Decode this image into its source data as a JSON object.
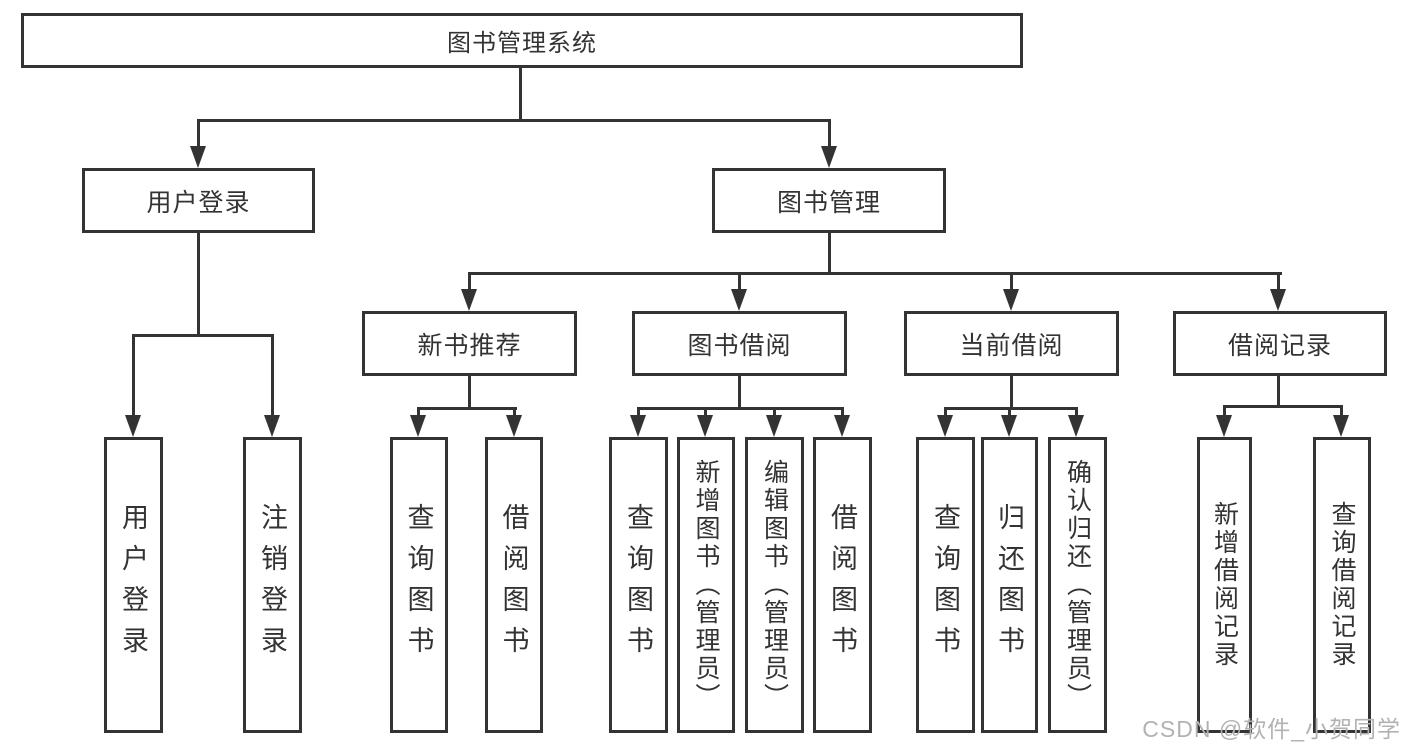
{
  "diagram_title": "图书管理系统",
  "nodes": {
    "root": {
      "label": "图书管理系统"
    },
    "user_login": {
      "label": "用户登录"
    },
    "book_mgmt": {
      "label": "图书管理"
    },
    "new_book_rec": {
      "label": "新书推荐"
    },
    "book_borrow": {
      "label": "图书借阅"
    },
    "current_borrow": {
      "label": "当前借阅"
    },
    "borrow_record": {
      "label": "借阅记录"
    },
    "ul_login": {
      "label": "用户登录"
    },
    "ul_logout": {
      "label": "注销登录"
    },
    "nb_query": {
      "label": "查询图书"
    },
    "nb_borrow": {
      "label": "借阅图书"
    },
    "bb_query": {
      "label": "查询图书"
    },
    "bb_add": {
      "label": "新增图书（管理员）"
    },
    "bb_edit": {
      "label": "编辑图书（管理员）"
    },
    "bb_borrow": {
      "label": "借阅图书"
    },
    "cb_query": {
      "label": "查询图书"
    },
    "cb_return": {
      "label": "归还图书"
    },
    "cb_confirm": {
      "label": "确认归还（管理员）"
    },
    "br_add": {
      "label": "新增借阅记录"
    },
    "br_query": {
      "label": "查询借阅记录"
    }
  },
  "hierarchy": {
    "图书管理系统": {
      "用户登录": [
        "用户登录",
        "注销登录"
      ],
      "图书管理": {
        "新书推荐": [
          "查询图书",
          "借阅图书"
        ],
        "图书借阅": [
          "查询图书",
          "新增图书（管理员）",
          "编辑图书（管理员）",
          "借阅图书"
        ],
        "当前借阅": [
          "查询图书",
          "归还图书",
          "确认归还（管理员）"
        ],
        "借阅记录": [
          "新增借阅记录",
          "查询借阅记录"
        ]
      }
    }
  },
  "watermark": {
    "text": "CSDN @软件_小贺同学"
  },
  "colors": {
    "line": "#333333",
    "box_background": "#ffffff",
    "text": "#333333",
    "watermark_text": "#b2b2b2",
    "page_background": "#ffffff"
  }
}
